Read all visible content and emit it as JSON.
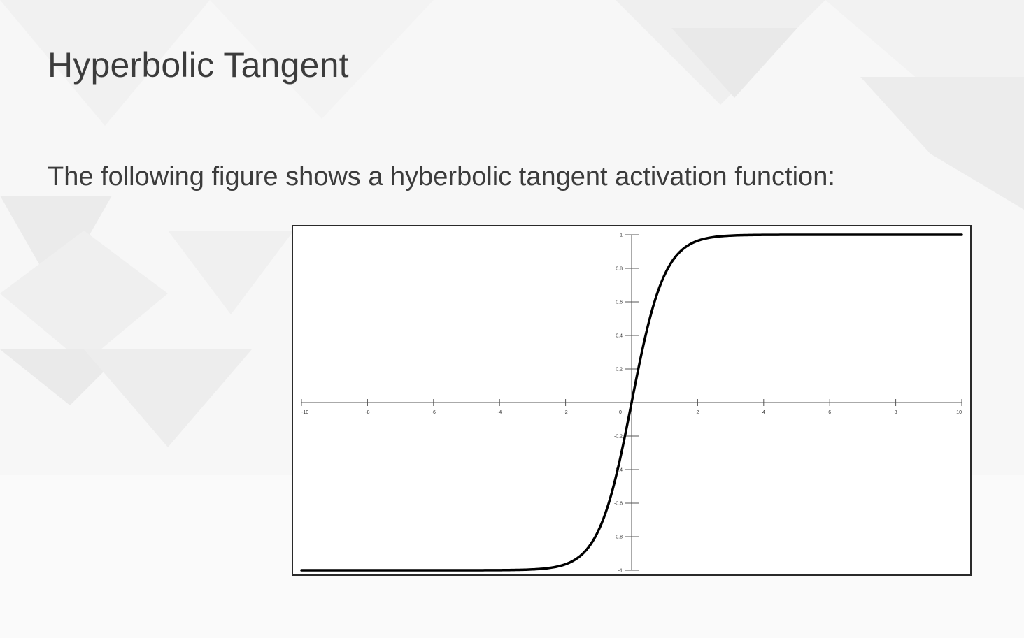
{
  "slide": {
    "title": "Hyperbolic Tangent",
    "body": "The following figure shows a hyberbolic tangent activation function:"
  },
  "chart_data": {
    "type": "line",
    "title": "",
    "xlabel": "",
    "ylabel": "",
    "function": "tanh",
    "xlim": [
      -10,
      10
    ],
    "ylim": [
      -1,
      1
    ],
    "x_ticks": [
      -10,
      -8,
      -6,
      -4,
      -2,
      0,
      2,
      4,
      6,
      8,
      10
    ],
    "x_tick_labels": [
      "-10",
      "-8",
      "-6",
      "-4",
      "-2",
      "0",
      "2",
      "4",
      "6",
      "8",
      "10"
    ],
    "y_ticks": [
      1,
      0.8,
      0.6,
      0.4,
      0.2,
      -0.2,
      -0.4,
      -0.6,
      -0.8,
      -1
    ],
    "y_tick_labels": [
      "1",
      "0.8",
      "0.6",
      "0.4",
      "0.2",
      "-0.2",
      "-0.4",
      "-0.6",
      "-0.8",
      "-1"
    ],
    "series": [
      {
        "x": [
          -10,
          -8,
          -6,
          -4,
          -3,
          -2.5,
          -2,
          -1.5,
          -1,
          -0.75,
          -0.5,
          -0.25,
          0,
          0.25,
          0.5,
          0.75,
          1,
          1.5,
          2,
          2.5,
          3,
          4,
          6,
          8,
          10
        ],
        "values": [
          -1,
          -1,
          -1,
          -0.999,
          -0.995,
          -0.987,
          -0.964,
          -0.905,
          -0.762,
          -0.635,
          -0.462,
          -0.245,
          0,
          0.245,
          0.462,
          0.635,
          0.762,
          0.905,
          0.964,
          0.987,
          0.995,
          0.999,
          1,
          1,
          1
        ]
      }
    ],
    "grid": false,
    "line_color": "#000000",
    "axis_color": "#555555"
  }
}
